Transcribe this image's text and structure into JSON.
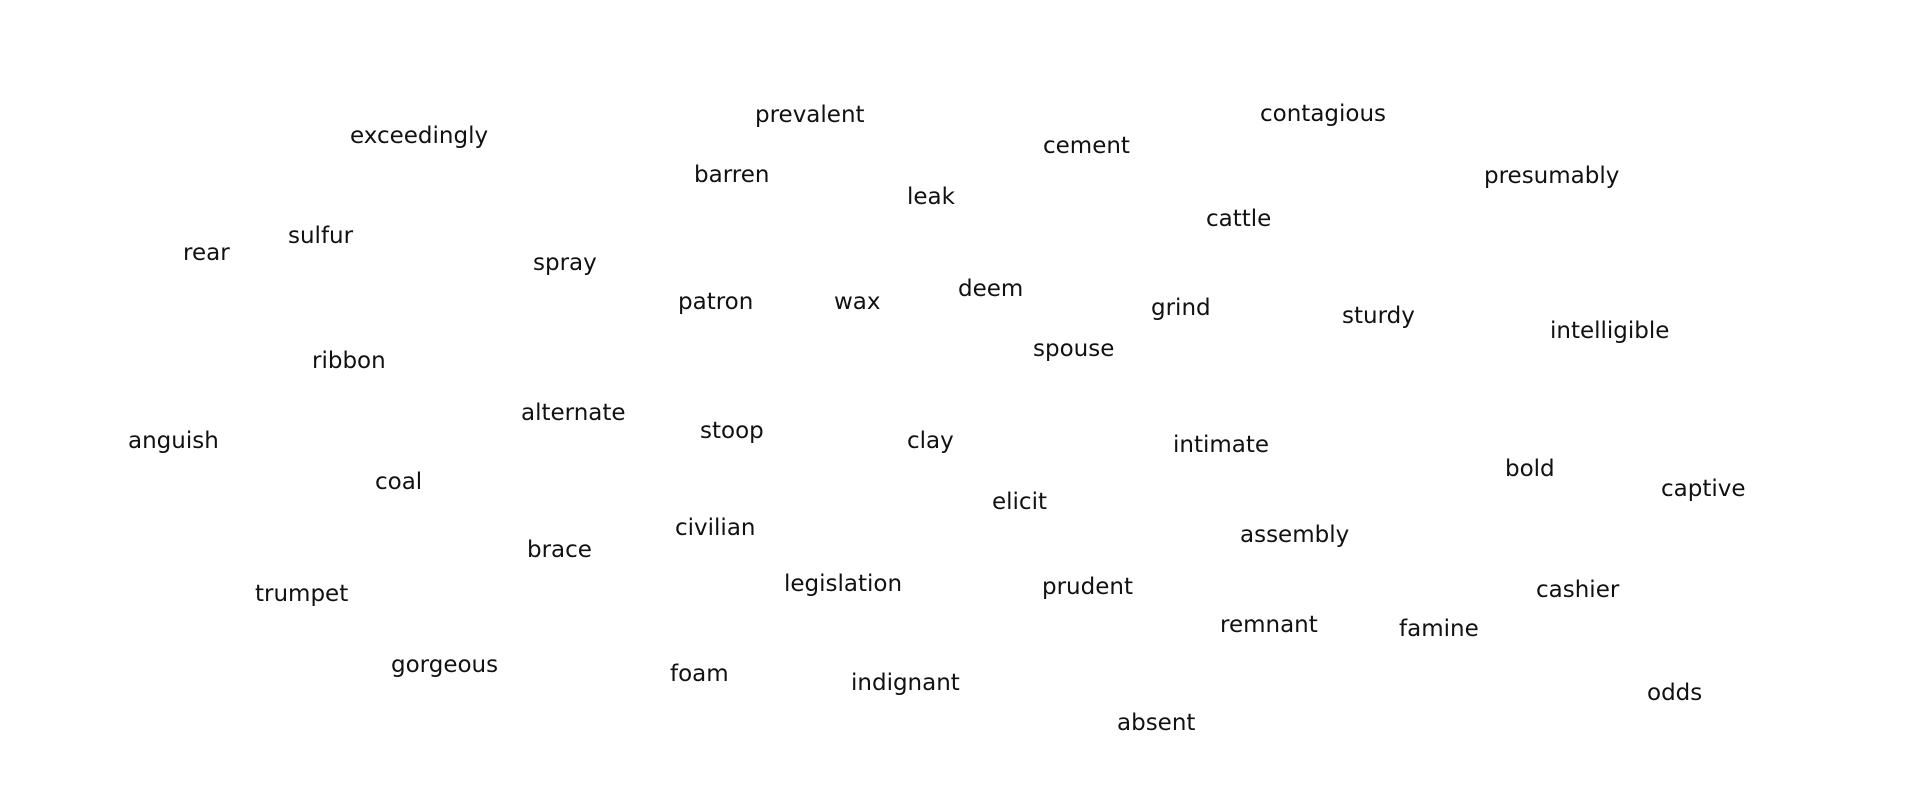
{
  "words": [
    {
      "text": "exceedingly"
    },
    {
      "text": "prevalent"
    },
    {
      "text": "contagious"
    },
    {
      "text": "cement"
    },
    {
      "text": "barren"
    },
    {
      "text": "presumably"
    },
    {
      "text": "leak"
    },
    {
      "text": "cattle"
    },
    {
      "text": "sulfur"
    },
    {
      "text": "rear"
    },
    {
      "text": "spray"
    },
    {
      "text": "deem"
    },
    {
      "text": "patron"
    },
    {
      "text": "wax"
    },
    {
      "text": "grind"
    },
    {
      "text": "sturdy"
    },
    {
      "text": "intelligible"
    },
    {
      "text": "spouse"
    },
    {
      "text": "ribbon"
    },
    {
      "text": "alternate"
    },
    {
      "text": "stoop"
    },
    {
      "text": "anguish"
    },
    {
      "text": "clay"
    },
    {
      "text": "intimate"
    },
    {
      "text": "bold"
    },
    {
      "text": "coal"
    },
    {
      "text": "captive"
    },
    {
      "text": "elicit"
    },
    {
      "text": "civilian"
    },
    {
      "text": "assembly"
    },
    {
      "text": "brace"
    },
    {
      "text": "legislation"
    },
    {
      "text": "prudent"
    },
    {
      "text": "cashier"
    },
    {
      "text": "trumpet"
    },
    {
      "text": "remnant"
    },
    {
      "text": "famine"
    },
    {
      "text": "gorgeous"
    },
    {
      "text": "foam"
    },
    {
      "text": "indignant"
    },
    {
      "text": "odds"
    },
    {
      "text": "absent"
    }
  ]
}
